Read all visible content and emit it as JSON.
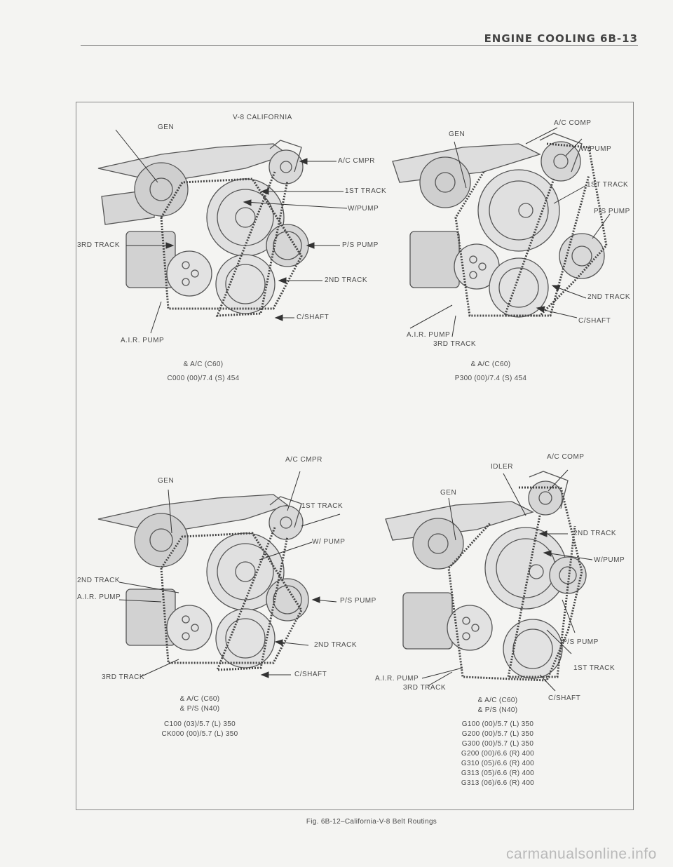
{
  "header": {
    "title": "ENGINE COOLING 6B-13"
  },
  "panels": {
    "top_left": {
      "title": "V-8 CALIFORNIA",
      "labels": [
        "GEN",
        "A/C CMPR",
        "1ST TRACK",
        "W/PUMP",
        "3RD TRACK",
        "P/S PUMP",
        "2ND TRACK",
        "C/SHAFT",
        "A.I.R. PUMP"
      ],
      "caption": [
        "& A/C (C60)",
        "C000 (00)/7.4 (S) 454"
      ]
    },
    "top_right": {
      "labels": [
        "GEN",
        "A/C COMP",
        "W/PUMP",
        "1ST TRACK",
        "P/S PUMP",
        "2ND TRACK",
        "C/SHAFT",
        "A.I.R. PUMP",
        "3RD TRACK"
      ],
      "caption": [
        "& A/C (C60)",
        "P300 (00)/7.4 (S) 454"
      ]
    },
    "bottom_left": {
      "labels": [
        "A/C CMPR",
        "GEN",
        "1ST TRACK",
        "W/ PUMP",
        "2ND TRACK",
        "A.I.R. PUMP",
        "P/S PUMP",
        "2ND TRACK",
        "3RD TRACK",
        "C/SHAFT"
      ],
      "caption": [
        "& A/C (C60)",
        "& P/S (N40)",
        "",
        "C100 (03)/5.7 (L) 350",
        "CK000 (00)/5.7 (L) 350"
      ]
    },
    "bottom_right": {
      "labels": [
        "A/C COMP",
        "IDLER",
        "GEN",
        "2ND TRACK",
        "W/PUMP",
        "P/S PUMP",
        "1ST TRACK",
        "A.I.R. PUMP",
        "3RD TRACK",
        "C/SHAFT"
      ],
      "caption": [
        "& A/C (C60)",
        "& P/S (N40)",
        "G100 (00)/5.7 (L) 350",
        "G200 (00)/5.7 (L) 350",
        "G300 (00)/5.7 (L) 350",
        "G200 (00)/6.6 (R) 400",
        "G310 (05)/6.6 (R) 400",
        "G313 (05)/6.6 (R) 400",
        "G313 (06)/6.6 (R) 400"
      ]
    }
  },
  "figure_caption": "Fig. 6B-12–California-V-8 Belt Routings",
  "watermark": "carmanualsonline.info"
}
